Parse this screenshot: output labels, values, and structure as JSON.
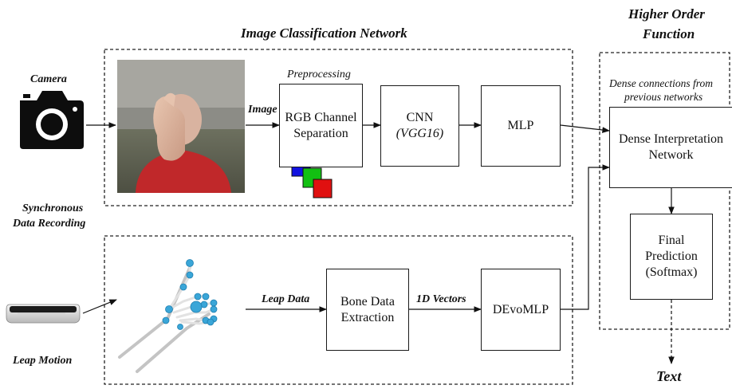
{
  "titles": {
    "image_network": "Image Classification Network",
    "higher_order_line1": "Higher Order",
    "higher_order_line2": "Function"
  },
  "inputs": {
    "camera": "Camera",
    "sync_line1": "Synchronous",
    "sync_line2": "Data Recording",
    "leap_motion": "Leap Motion"
  },
  "image_branch": {
    "preprocessing": "Preprocessing",
    "edge_image": "Image",
    "rgb_line1": "RGB Channel",
    "rgb_line2": "Separation",
    "cnn_line1": "CNN",
    "cnn_line2": "(VGG16)",
    "mlp": "MLP"
  },
  "leap_branch": {
    "edge_leap_data": "Leap Data",
    "bone_line1": "Bone Data",
    "bone_line2": "Extraction",
    "edge_vectors": "1D Vectors",
    "devomlp": "DEvoMLP"
  },
  "fusion": {
    "dense_note_line1": "Dense connections from",
    "dense_note_line2": "previous networks",
    "dense_line1": "Dense Interpretation",
    "dense_line2": "Network",
    "final_line1": "Final",
    "final_line2": "Prediction",
    "final_line3": "(Softmax)",
    "output": "Text"
  },
  "colors": {
    "channel_blue": "#1212e0",
    "channel_green": "#12c012",
    "channel_red": "#e01010",
    "joint_blue": "#3aa6d8",
    "camera_black": "#0d0d0d"
  },
  "icons": [
    "camera-icon",
    "leap-motion-device-icon",
    "hand-skeleton-icon",
    "person-photo"
  ]
}
